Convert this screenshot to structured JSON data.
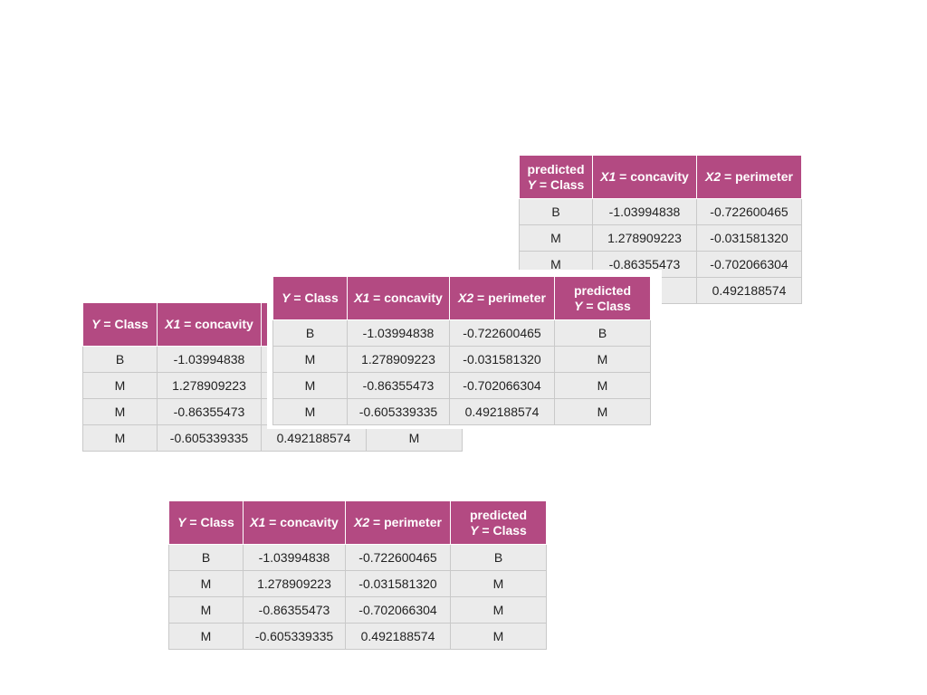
{
  "headers": {
    "y": "Y",
    "y_suffix": " = Class",
    "x1": "X1",
    "x1_suffix": " = concavity",
    "x2": "X2",
    "x2_suffix": " = perimeter",
    "predicted": "predicted",
    "colors": {
      "header_bg": "#b34a82",
      "header_text": "#ffffff",
      "cell_bg": "#ebebeb"
    }
  },
  "table_a": {
    "rows": [
      {
        "pred": "B",
        "x1": "-1.03994838",
        "x2": "-0.722600465"
      },
      {
        "pred": "M",
        "x1": "1.278909223",
        "x2": "-0.031581320"
      },
      {
        "pred": "M",
        "x1": "-0.86355473",
        "x2": "-0.702066304"
      },
      {
        "pred": "",
        "x1": "",
        "x2": "0.492188574"
      }
    ]
  },
  "table_b": {
    "rows": [
      {
        "y": "B",
        "x1": "-1.03994838"
      },
      {
        "y": "M",
        "x1": "1.278909223"
      },
      {
        "y": "M",
        "x1": "-0.86355473"
      },
      {
        "y": "M",
        "x1": "-0.605339335",
        "x2": "0.492188574",
        "pred": "M"
      }
    ]
  },
  "table_c": {
    "rows": [
      {
        "y": "B",
        "x1": "-1.03994838",
        "x2": "-0.722600465",
        "pred": "B"
      },
      {
        "y": "M",
        "x1": "1.278909223",
        "x2": "-0.031581320",
        "pred": "M"
      },
      {
        "y": "M",
        "x1": "-0.86355473",
        "x2": "-0.702066304",
        "pred": "M"
      },
      {
        "y": "M",
        "x1": "-0.605339335",
        "x2": "0.492188574",
        "pred": "M"
      }
    ]
  },
  "table_d": {
    "rows": [
      {
        "y": "B",
        "x1": "-1.03994838",
        "x2": "-0.722600465",
        "pred": "B"
      },
      {
        "y": "M",
        "x1": "1.278909223",
        "x2": "-0.031581320",
        "pred": "M"
      },
      {
        "y": "M",
        "x1": "-0.86355473",
        "x2": "-0.702066304",
        "pred": "M"
      },
      {
        "y": "M",
        "x1": "-0.605339335",
        "x2": "0.492188574",
        "pred": "M"
      }
    ]
  }
}
